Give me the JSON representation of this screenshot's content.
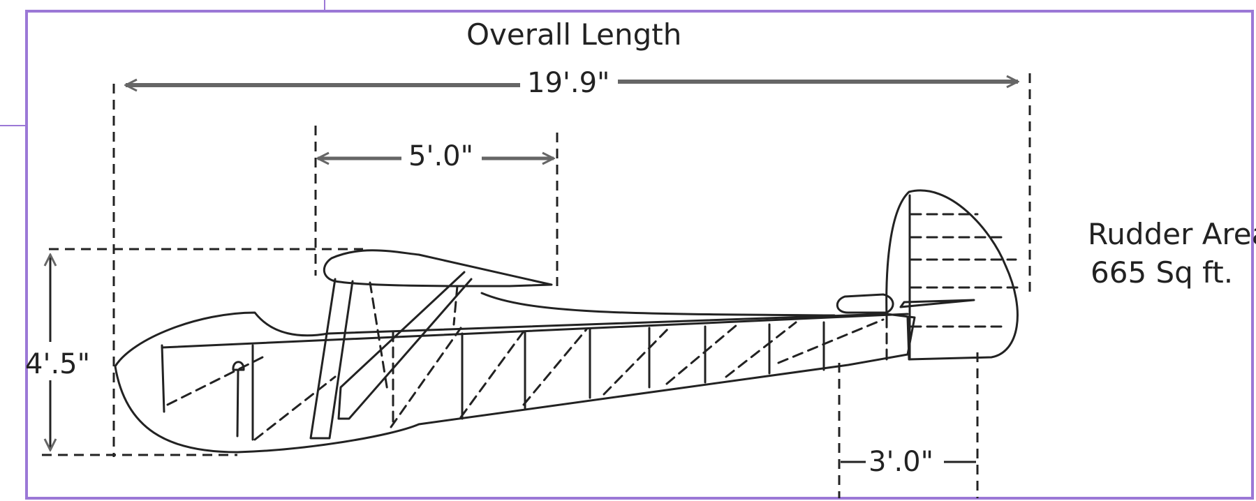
{
  "title": "Overall Length",
  "dimensions": {
    "overall_length": "19'.9\"",
    "wing_chord": "5'.0\"",
    "height": "4'.5\"",
    "tail_length": "3'.0\""
  },
  "rudder": {
    "line1": "Rudder Area",
    "line2": "665 Sq ft."
  },
  "colors": {
    "frame": "#9b78d6",
    "line": "#222222",
    "dimension": "#666666",
    "background": "#ffffff"
  }
}
